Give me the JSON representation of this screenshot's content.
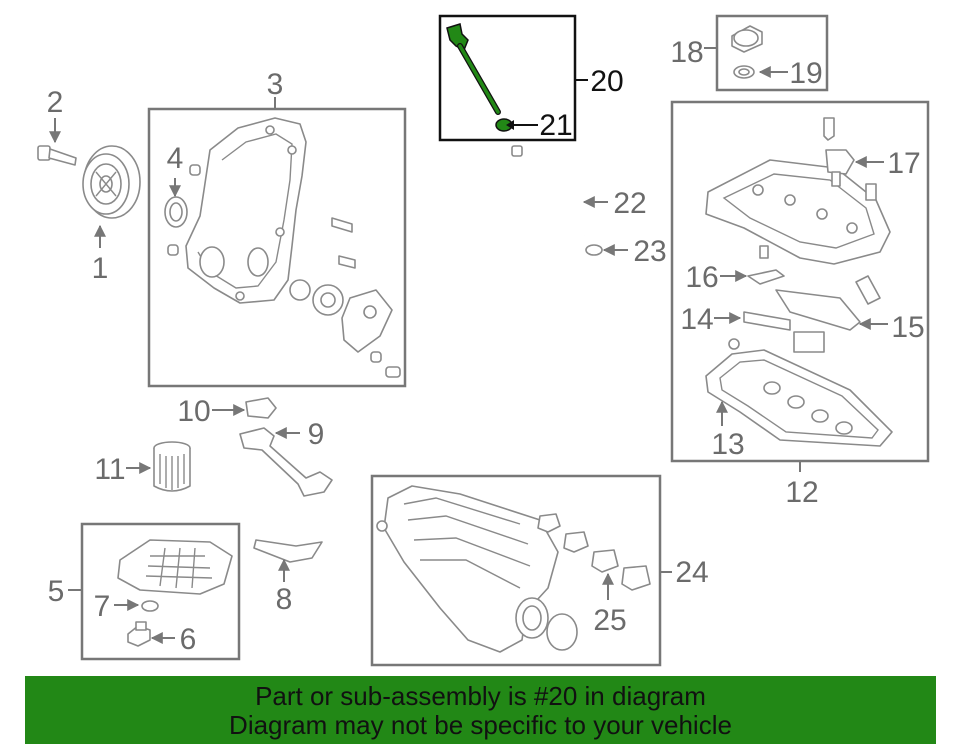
{
  "diagram": {
    "callouts": {
      "c1": "1",
      "c2": "2",
      "c3": "3",
      "c4": "4",
      "c5": "5",
      "c6": "6",
      "c7": "7",
      "c8": "8",
      "c9": "9",
      "c10": "10",
      "c11": "11",
      "c12": "12",
      "c13": "13",
      "c14": "14",
      "c15": "15",
      "c16": "16",
      "c17": "17",
      "c18": "18",
      "c19": "19",
      "c20": "20",
      "c21": "21",
      "c22": "22",
      "c23": "23",
      "c24": "24",
      "c25": "25"
    },
    "highlight_color": "#228816"
  },
  "footer": {
    "line1": "Part or sub-assembly is #20 in diagram",
    "line2": "Diagram may not be specific to your vehicle",
    "background": "#228816"
  }
}
